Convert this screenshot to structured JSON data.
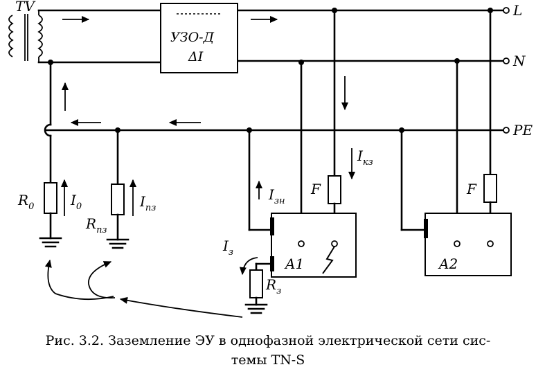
{
  "labels": {
    "transformer": "TV",
    "line_l": "L",
    "line_n": "N",
    "line_pe": "PE",
    "rcd_name": "УЗО-Д",
    "rcd_symbol": "ΔI",
    "r0_main": "R",
    "r0_sub": "0",
    "i0_main": "I",
    "i0_sub": "0",
    "rpz_main": "R",
    "rpz_sub": "пз",
    "ipz_main": "I",
    "ipz_sub": "пз",
    "iz_main": "I",
    "iz_sub": "з",
    "rz_main": "R",
    "rz_sub": "з",
    "izn_main": "I",
    "izn_sub": "зн",
    "ikz_main": "I",
    "ikz_sub": "кз",
    "fuse1": "F",
    "fuse2": "F",
    "device1": "A1",
    "device2": "A2"
  },
  "caption": {
    "line1": "Рис. 3.2. Заземление ЭУ в однофазной электрической сети сис-",
    "line2": "темы TN-S"
  }
}
